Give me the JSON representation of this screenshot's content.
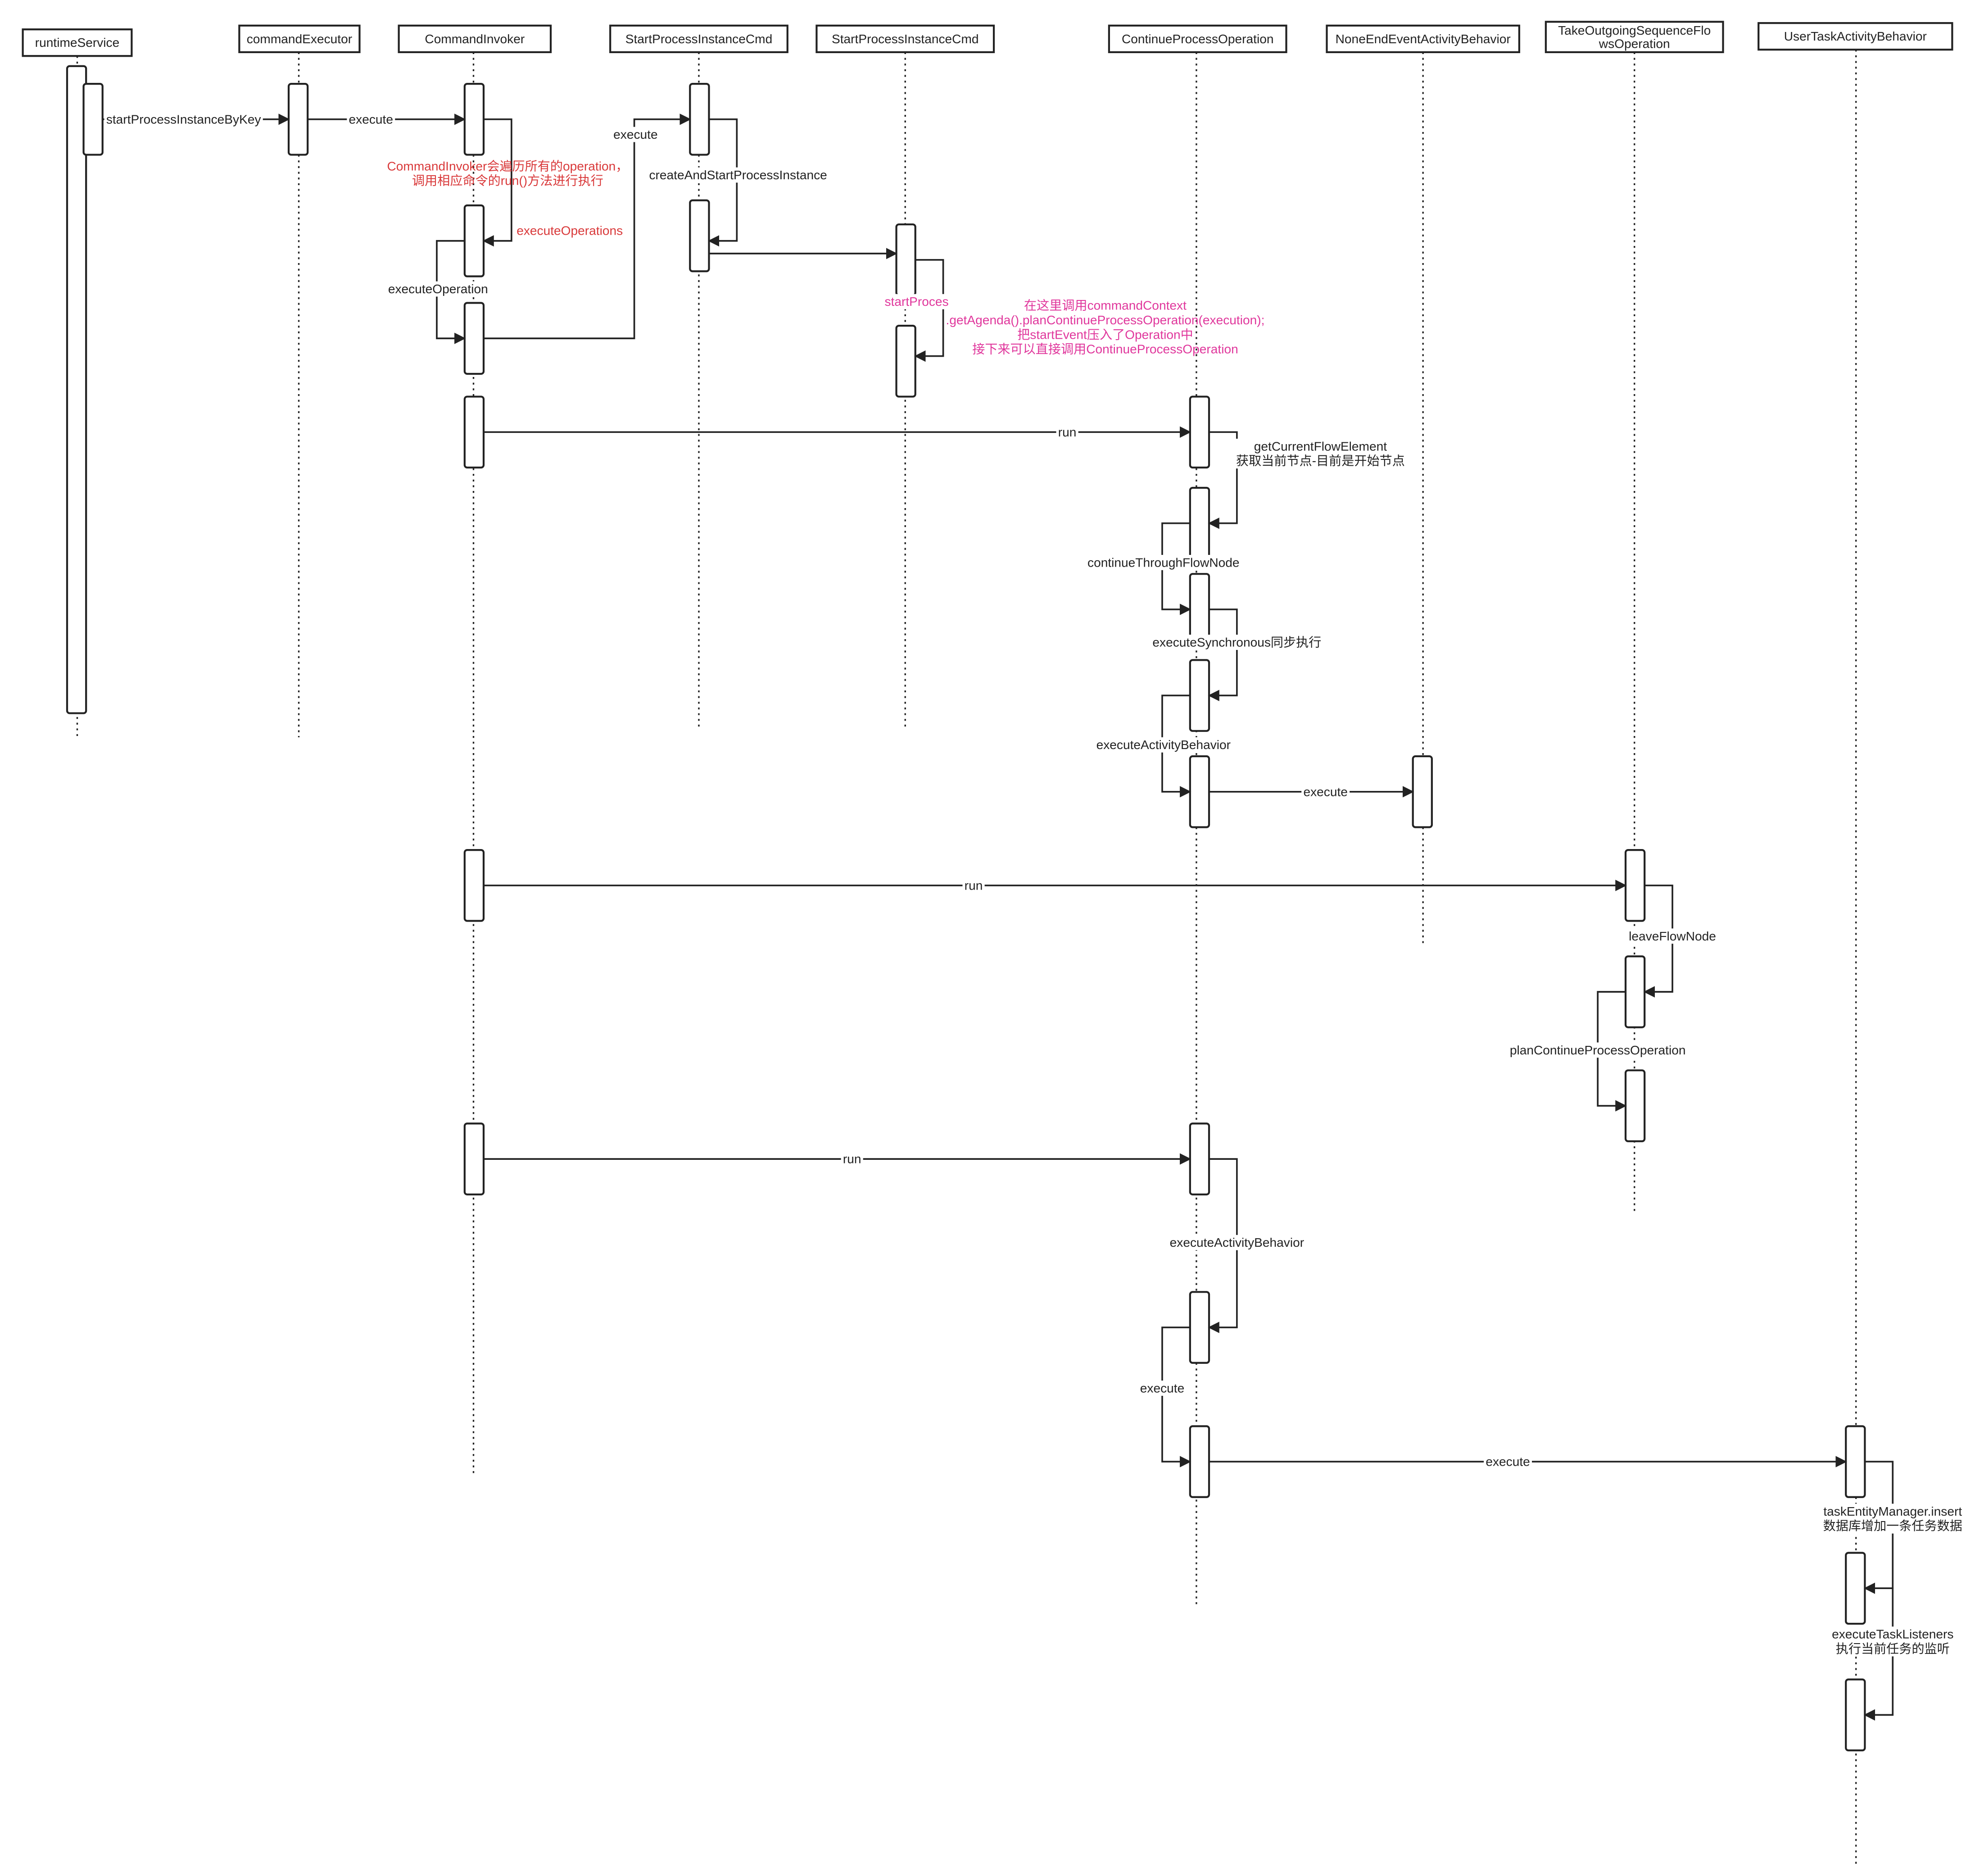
{
  "colors": {
    "line": "#222222",
    "note_red": "#d9393a",
    "note_pink": "#e0379c",
    "text": "#222222",
    "background": "#ffffff"
  },
  "participants": [
    {
      "id": "rs",
      "label": "runtimeService"
    },
    {
      "id": "ce",
      "label": "commandExecutor"
    },
    {
      "id": "ci",
      "label": "CommandInvoker"
    },
    {
      "id": "sp1",
      "label": "StartProcessInstanceCmd"
    },
    {
      "id": "sp2",
      "label": "StartProcessInstanceCmd"
    },
    {
      "id": "cpo",
      "label": "ContinueProcessOperation"
    },
    {
      "id": "ne",
      "label": "NoneEndEventActivityBehavior"
    },
    {
      "id": "to",
      "label": "TakeOutgoingSequenceFlowsOperation",
      "lines": [
        "TakeOutgoingSequenceFlo",
        "wsOperation"
      ]
    },
    {
      "id": "ut",
      "label": "UserTaskActivityBehavior"
    }
  ],
  "messages": [
    {
      "id": "m1",
      "from": "rs",
      "to": "ce",
      "label": "startProcessInstanceByKey"
    },
    {
      "id": "m2",
      "from": "ce",
      "to": "ci",
      "label": "execute"
    },
    {
      "id": "m3",
      "from": "ci",
      "to": "ci",
      "label": "executeOperations"
    },
    {
      "id": "m4",
      "from": "ci",
      "to": "ci",
      "label": "executeOperation"
    },
    {
      "id": "m5",
      "from": "ci",
      "to": "sp1",
      "label": "execute"
    },
    {
      "id": "m6",
      "from": "sp1",
      "to": "sp1",
      "label": "createAndStartProcessInstance"
    },
    {
      "id": "m7",
      "from": "sp1",
      "to": "sp2",
      "label": ""
    },
    {
      "id": "m8",
      "from": "sp2",
      "to": "sp2",
      "label": "startProces"
    },
    {
      "id": "m9",
      "from": "ci",
      "to": "cpo",
      "label": "run"
    },
    {
      "id": "m10",
      "from": "cpo",
      "to": "cpo",
      "label": "getCurrentFlowElement\n获取当前节点-目前是开始节点"
    },
    {
      "id": "m11",
      "from": "cpo",
      "to": "cpo",
      "label": "continueThroughFlowNode"
    },
    {
      "id": "m12",
      "from": "cpo",
      "to": "cpo",
      "label": "executeSynchronous同步执行"
    },
    {
      "id": "m13",
      "from": "cpo",
      "to": "cpo",
      "label": "executeActivityBehavior"
    },
    {
      "id": "m14",
      "from": "cpo",
      "to": "ne",
      "label": "execute"
    },
    {
      "id": "m15",
      "from": "ci",
      "to": "to",
      "label": "run"
    },
    {
      "id": "m16",
      "from": "to",
      "to": "to",
      "label": "leaveFlowNode"
    },
    {
      "id": "m17",
      "from": "to",
      "to": "to",
      "label": "planContinueProcessOperation"
    },
    {
      "id": "m18",
      "from": "ci",
      "to": "cpo",
      "label": "run"
    },
    {
      "id": "m19",
      "from": "cpo",
      "to": "cpo",
      "label": "executeActivityBehavior"
    },
    {
      "id": "m20",
      "from": "cpo",
      "to": "cpo",
      "label": "execute"
    },
    {
      "id": "m21",
      "from": "cpo",
      "to": "ut",
      "label": "execute"
    },
    {
      "id": "m22",
      "from": "ut",
      "to": "ut",
      "label": "taskEntityManager.insert\n数据库增加一条任务数据"
    },
    {
      "id": "m23",
      "from": "ut",
      "to": "ut",
      "label": "executeTaskListeners\n执行当前任务的监听"
    }
  ],
  "notes": [
    {
      "id": "n1",
      "text": "CommandInvoker会遍历所有的operation，\n调用相应命令的run()方法进行执行"
    },
    {
      "id": "n2",
      "text": "在这里调用commandContext\n.getAgenda().planContinueProcessOperation(execution);\n把startEvent压入了Operation中\n接下来可以直接调用ContinueProcessOperation"
    }
  ]
}
